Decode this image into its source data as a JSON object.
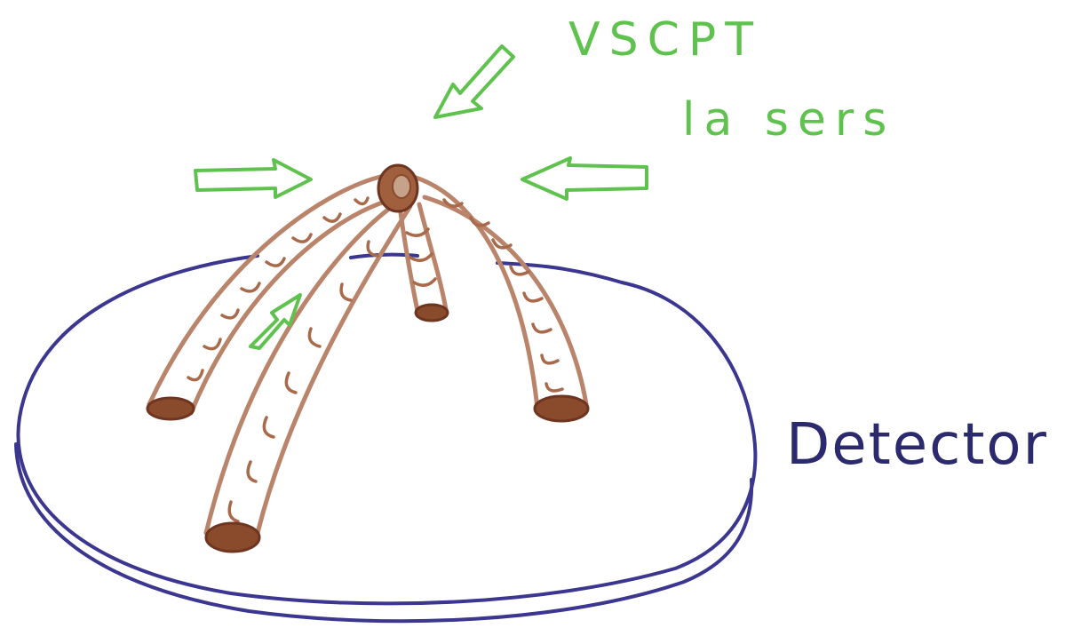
{
  "labels": {
    "lasers_line1": "VSCPT",
    "lasers_line2": "la sers",
    "detector": "Detector"
  },
  "colors": {
    "laser_green": "#5fc24e",
    "tube_brown": "#b9846a",
    "tube_end_brown": "#8a4a2c",
    "detector_blue": "#3b3690",
    "label_blue": "#2b2a6e"
  },
  "icons": {
    "laser_arrows": [
      "laser-arrow-top-right-icon",
      "laser-arrow-left-icon",
      "laser-arrow-right-icon",
      "laser-arrow-small-icon"
    ]
  }
}
